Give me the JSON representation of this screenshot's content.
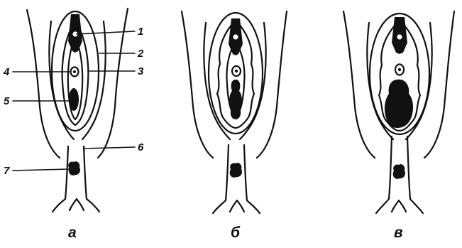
{
  "panels": [
    {
      "caption": "а"
    },
    {
      "caption": "б"
    },
    {
      "caption": "в"
    }
  ],
  "labels": [
    "1",
    "2",
    "3",
    "4",
    "5",
    "6",
    "7"
  ]
}
